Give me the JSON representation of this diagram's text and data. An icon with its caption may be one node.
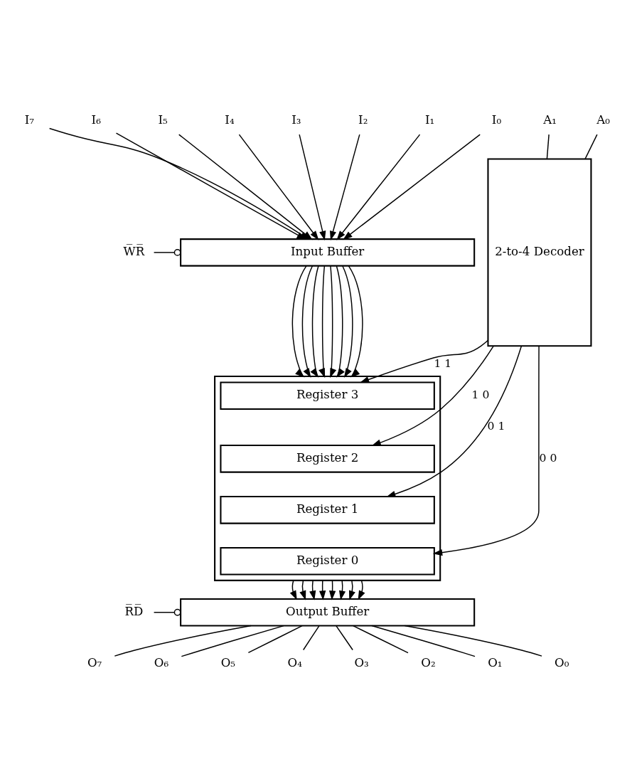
{
  "diagram": {
    "nodes": [
      {
        "text": [
          "I₇"
        ]
      },
      {
        "text": [
          "I₆"
        ]
      },
      {
        "text": [
          "I₅"
        ]
      },
      {
        "text": [
          "I₄"
        ]
      },
      {
        "text": [
          "I₃"
        ]
      },
      {
        "text": [
          "I₂"
        ]
      },
      {
        "text": [
          "I₁"
        ]
      },
      {
        "text": [
          "I₀"
        ]
      },
      {
        "text": [
          "W̅R̅"
        ]
      },
      {
        "text": [
          "Input Buffer"
        ]
      },
      {
        "text": [
          "2-to-4 Decoder"
        ]
      },
      {
        "text": [
          "A₁"
        ]
      },
      {
        "text": [
          "A₀"
        ]
      },
      {
        "text": [],
        "shape": "box"
      },
      {
        "text": [
          "Register 3"
        ],
        "in": 13
      },
      {
        "text": [
          "Register 2"
        ],
        "in": 13
      },
      {
        "text": [
          "Register 1"
        ],
        "in": 13
      },
      {
        "text": [
          "Register 0"
        ],
        "in": 13
      },
      {
        "text": [
          "R̅D̅"
        ]
      },
      {
        "text": [
          "Output Buffer"
        ]
      },
      {
        "text": [
          "O₇"
        ]
      },
      {
        "text": [
          "O₆"
        ]
      },
      {
        "text": [
          "O₅"
        ]
      },
      {
        "text": [
          "O₄"
        ]
      },
      {
        "text": [
          "O₃"
        ]
      },
      {
        "text": [
          "O₂"
        ]
      },
      {
        "text": [
          "O₁"
        ]
      },
      {
        "text": [
          "O₀"
        ]
      }
    ],
    "edges": [
      {
        "from": 0,
        "to": 9,
        "arrow": "to"
      },
      {
        "from": 1,
        "to": 9,
        "arrow": "to"
      },
      {
        "from": 2,
        "to": 9,
        "arrow": "to"
      },
      {
        "from": 3,
        "to": 9,
        "arrow": "to"
      },
      {
        "from": 4,
        "to": 9,
        "arrow": "to"
      },
      {
        "from": 5,
        "to": 9,
        "arrow": "to"
      },
      {
        "from": 6,
        "to": 9,
        "arrow": "to"
      },
      {
        "from": 7,
        "to": 9,
        "arrow": "to"
      },
      {
        "from": 8,
        "to": 9,
        "arrow": "other"
      },
      {
        "from": 11,
        "to": 10,
        "arrow": "none"
      },
      {
        "from": 12,
        "to": 10,
        "arrow": "none"
      },
      {
        "from": 9,
        "to": 13,
        "arrow": "to"
      },
      {
        "from": 9,
        "to": 13,
        "arrow": "to"
      },
      {
        "from": 9,
        "to": 13,
        "arrow": "to"
      },
      {
        "from": 9,
        "to": 13,
        "arrow": "to"
      },
      {
        "from": 9,
        "to": 13,
        "arrow": "to"
      },
      {
        "from": 9,
        "to": 13,
        "arrow": "to"
      },
      {
        "from": 9,
        "to": 13,
        "arrow": "to"
      },
      {
        "from": 9,
        "to": 13,
        "arrow": "to"
      },
      {
        "from": 10,
        "to": 14,
        "label": "1 1",
        "arrow": "to"
      },
      {
        "from": 10,
        "to": 15,
        "label": "1 0",
        "arrow": "to"
      },
      {
        "from": 10,
        "to": 16,
        "label": "0 1",
        "arrow": "to"
      },
      {
        "from": 10,
        "to": 17,
        "label": "0 0",
        "arrow": "to"
      },
      {
        "from": 13,
        "to": 19,
        "arrow": "to"
      },
      {
        "from": 13,
        "to": 19,
        "arrow": "to"
      },
      {
        "from": 13,
        "to": 19,
        "arrow": "to"
      },
      {
        "from": 13,
        "to": 19,
        "arrow": "to"
      },
      {
        "from": 13,
        "to": 19,
        "arrow": "to"
      },
      {
        "from": 13,
        "to": 19,
        "arrow": "to"
      },
      {
        "from": 13,
        "to": 19,
        "arrow": "to"
      },
      {
        "from": 13,
        "to": 19,
        "arrow": "to"
      },
      {
        "from": 18,
        "to": 19,
        "arrow": "other"
      },
      {
        "from": 19,
        "to": 20,
        "arrow": "none"
      },
      {
        "from": 19,
        "to": 21,
        "arrow": "none"
      },
      {
        "from": 19,
        "to": 22,
        "arrow": "none"
      },
      {
        "from": 19,
        "to": 23,
        "arrow": "none"
      },
      {
        "from": 19,
        "to": 24,
        "arrow": "none"
      },
      {
        "from": 19,
        "to": 25,
        "arrow": "none"
      },
      {
        "from": 19,
        "to": 26,
        "arrow": "none"
      },
      {
        "from": 19,
        "to": 27,
        "arrow": "none"
      }
    ]
  }
}
